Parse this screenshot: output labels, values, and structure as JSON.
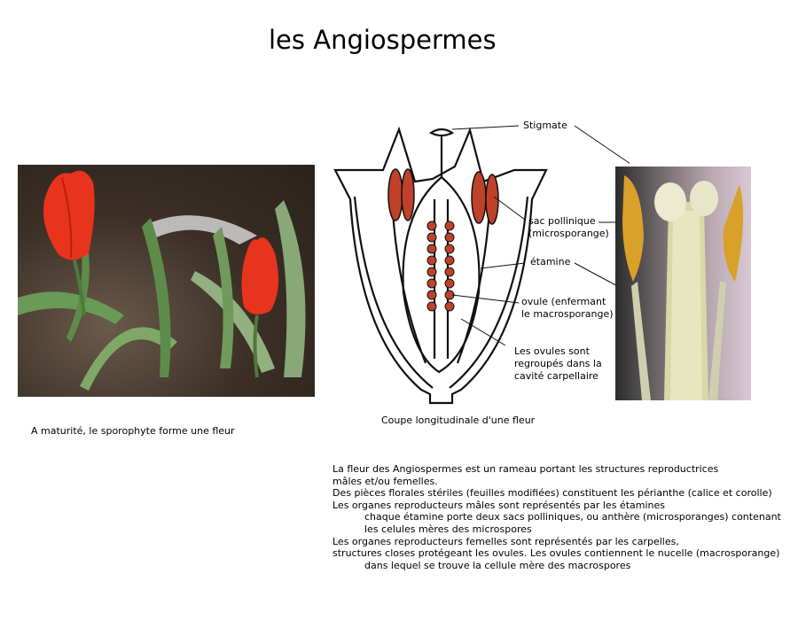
{
  "title": "les Angiospermes",
  "photo_caption": "A maturité, le sporophyte forme une fleur",
  "diagram_caption": "Coupe longitudinale d'une fleur",
  "labels": {
    "stigmate": "Stigmate",
    "sac_pollinique": [
      "sac pollinique",
      "(microsporange)"
    ],
    "etamine": "étamine",
    "ovule": [
      "ovule (enfermant",
      "le macrosporange)"
    ],
    "cavite": [
      "Les ovules sont",
      "regroupés dans la",
      "cavité carpellaire"
    ]
  },
  "body": [
    "La fleur des Angiospermes est un rameau portant les structures reproductrices",
    "mâles et/ou femelles.",
    "Des pièces florales stériles (feuilles modifiées) constituent les périanthe (calice et corolle)",
    "Les organes reproducteurs mâles sont représentés par les étamines",
    "chaque étamine porte deux sacs polliniques, ou anthère (microsporanges)  contenant",
    "les celules mères des microspores",
    "Les organes reproducteurs femelles sont représentés par les carpelles,",
    "structures closes protégeant les ovules. Les ovules contiennent le nucelle (macrosporange)",
    "dans lequel se trouve la cellule mère des macrospores"
  ],
  "colors": {
    "organ": "#c0412a",
    "tulip": "#e8341c"
  }
}
